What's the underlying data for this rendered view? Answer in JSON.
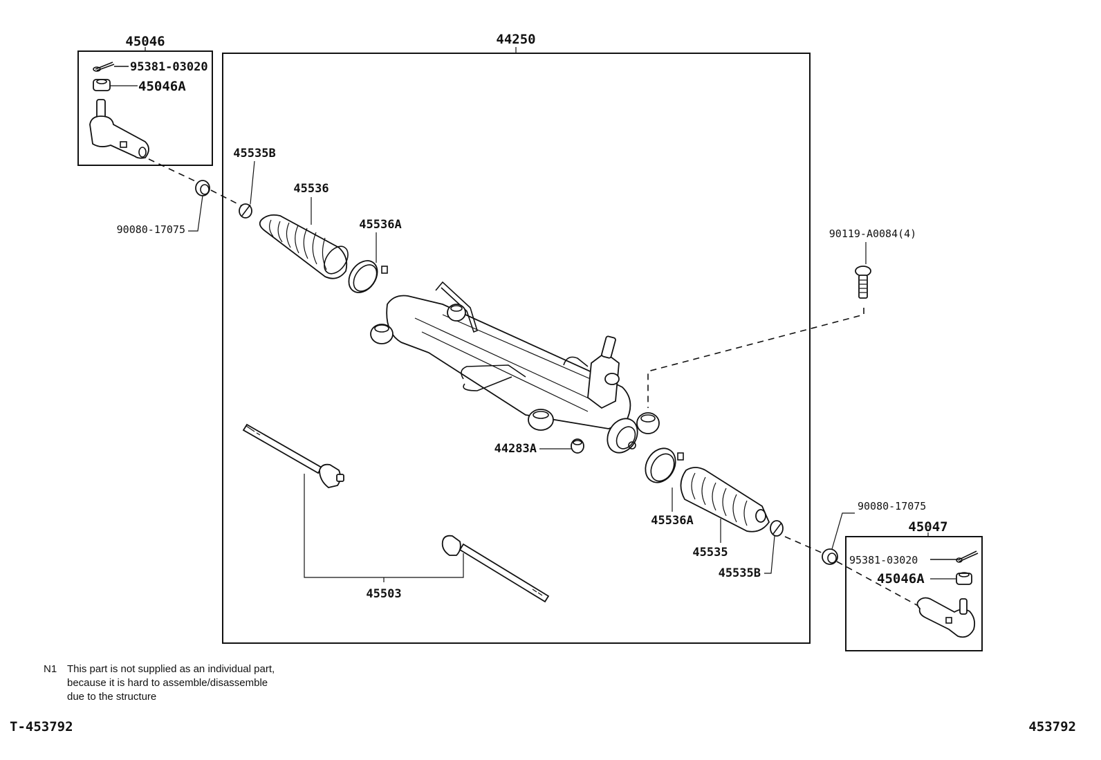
{
  "diagram": {
    "title_code": "T-453792",
    "figure_number": "453792",
    "groups": {
      "tie_rod_end_lh": "45046",
      "gear_assembly": "44250",
      "tie_rod_end_rh": "45047"
    },
    "parts": {
      "cotter_pin_lh": "95381-03020",
      "nut_lh": "45046A",
      "lock_nut_lh": "90080-17075",
      "boot_clip_lh": "45535B",
      "boot_lh": "45536",
      "boot_band_lh": "45536A",
      "bolt": "90119-A0084(4)",
      "bushing": "44283A",
      "boot_band_rh": "45536A",
      "boot_rh": "45535",
      "boot_clip_rh": "45535B",
      "inner_tie_rod": "45503",
      "lock_nut_rh": "90080-17075",
      "cotter_pin_rh": "95381-03020",
      "nut_rh": "45046A"
    },
    "note": {
      "marker": "N1",
      "line1": "This part is not supplied as an individual part,",
      "line2": "because it is hard to assemble/disassemble",
      "line3": "due to the structure"
    }
  }
}
